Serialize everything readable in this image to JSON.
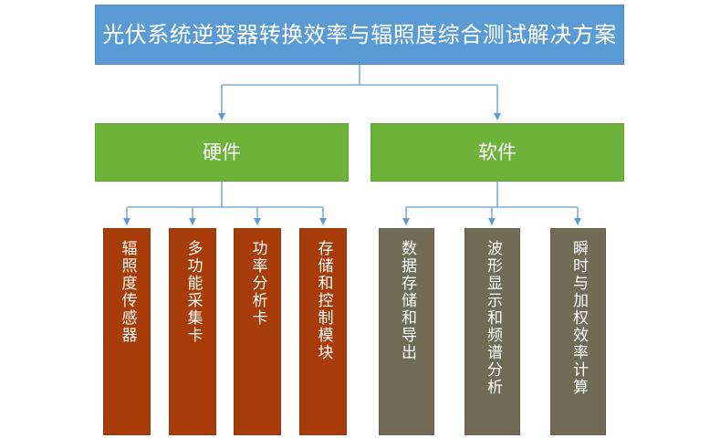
{
  "diagram": {
    "title": {
      "label": "光伏系统逆变器转换效率与辐照度综合测试解决方案",
      "color": "#5B9BD5"
    },
    "branches": [
      {
        "id": "hardware",
        "label": "硬件",
        "color": "#6DB33A",
        "leaf_color": "#A83C08",
        "children": [
          {
            "label": "辐照度传感器"
          },
          {
            "label": "多功能采集卡"
          },
          {
            "label": "功率分析卡"
          },
          {
            "label": "存储和控制模块"
          }
        ]
      },
      {
        "id": "software",
        "label": "软件",
        "color": "#6DB33A",
        "leaf_color": "#716A55",
        "children": [
          {
            "label": "数据存储和导出"
          },
          {
            "label": "波形显示和频谱分析"
          },
          {
            "label": "瞬时与加权效率计算"
          }
        ]
      }
    ],
    "connector_color": "#5B9BD5",
    "background": "#FFFFFF"
  }
}
